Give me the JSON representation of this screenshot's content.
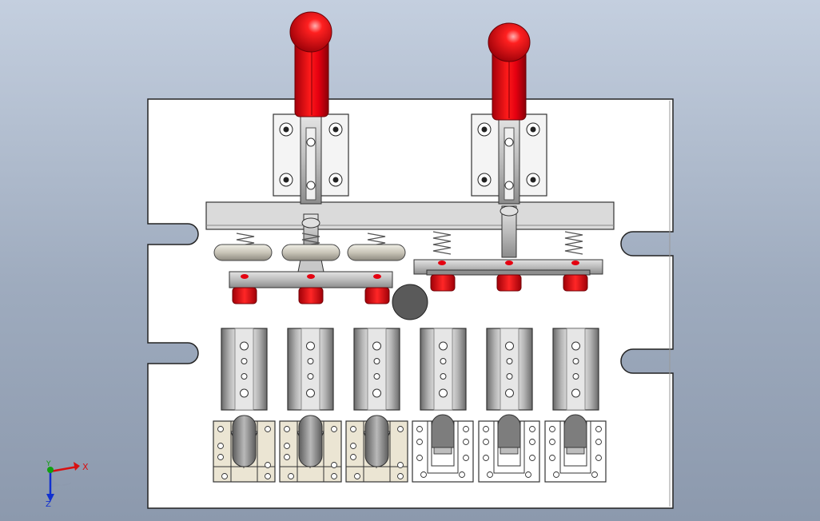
{
  "viewport": {
    "background_top": "#c4cfdf",
    "background_bottom": "#8c99ad"
  },
  "colors": {
    "plate": "#ffffff",
    "outline": "#222222",
    "handle_red": "#e50010",
    "handle_highlight": "#ff8c8c",
    "steel": "#b8b8b8",
    "steel_dark": "#6e6e6e",
    "fixture_base": "#ebe5d3",
    "hole_dark": "#5a5a5a",
    "axis_x": "#d81010",
    "axis_y": "#10a010",
    "axis_z": "#1030d0"
  },
  "triad": {
    "x_label": "X",
    "y_label": "Y",
    "z_label": "Z"
  },
  "components": {
    "toggle_clamps": 2,
    "nest_blocks": 6,
    "v_fixtures": 3,
    "u_fixtures": 3
  }
}
